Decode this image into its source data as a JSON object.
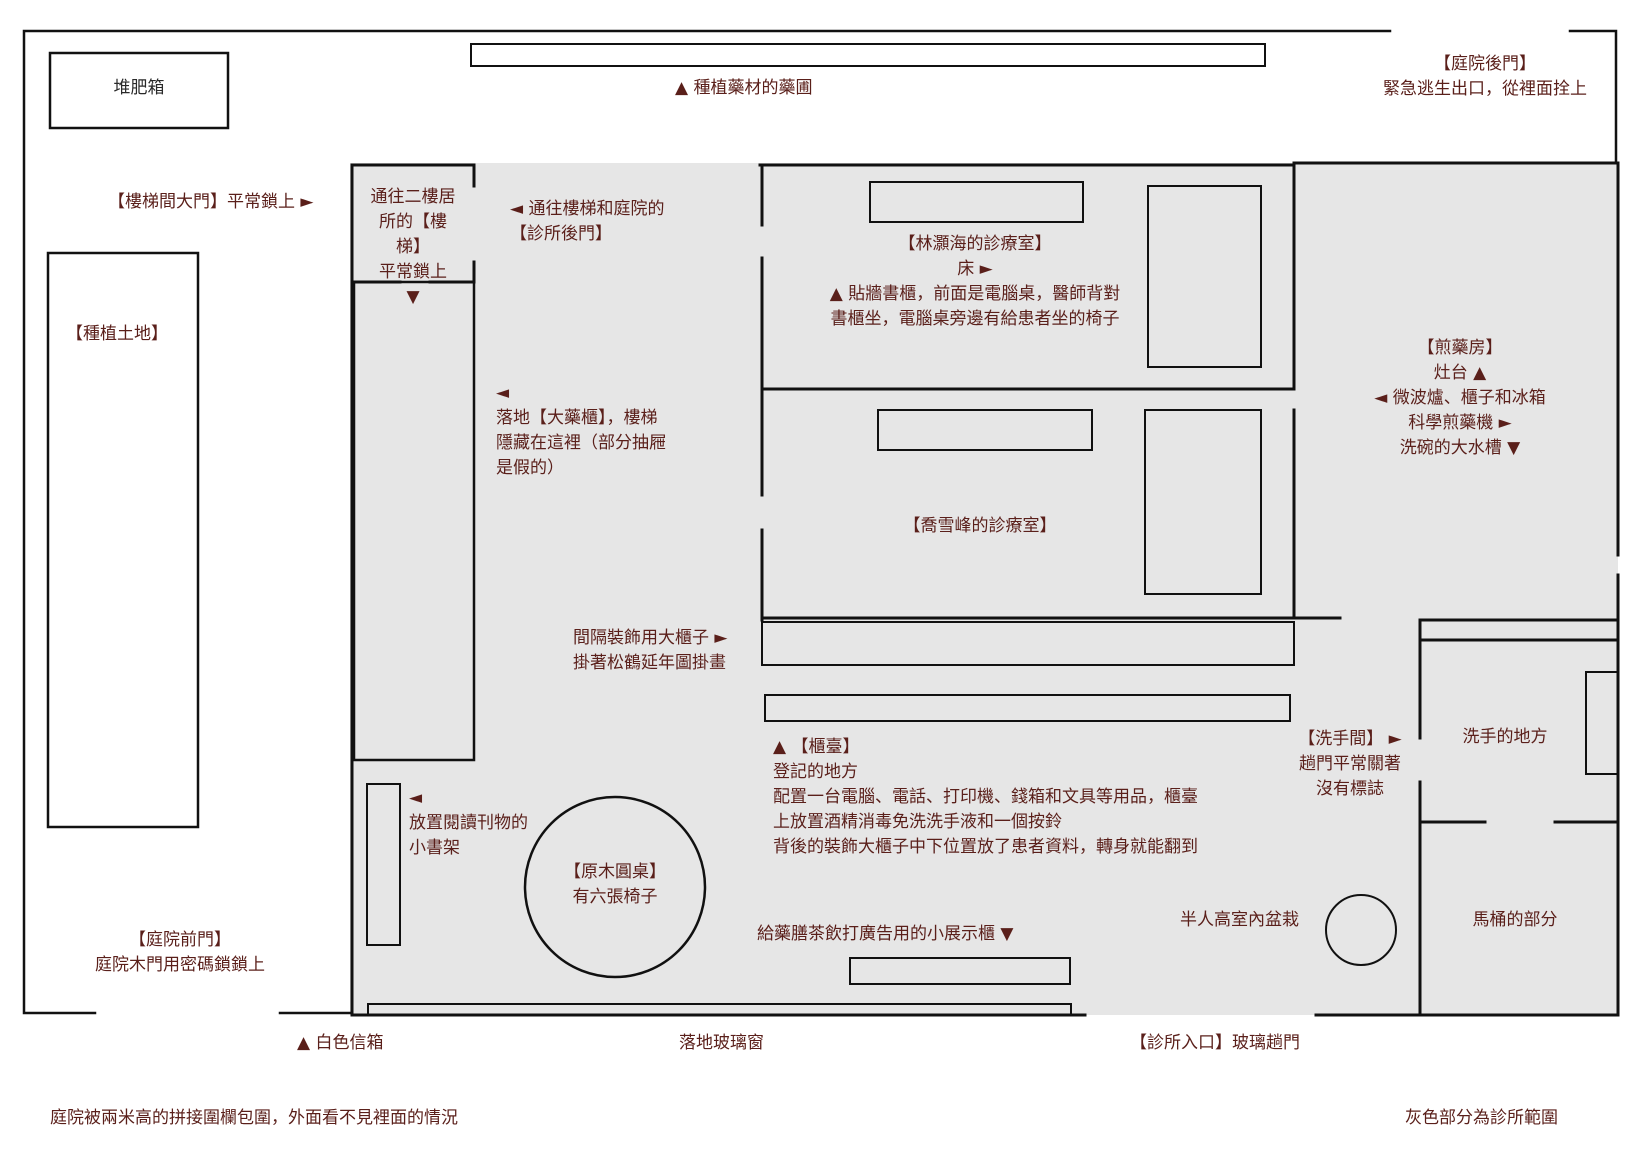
{
  "colors": {
    "text": "#5a1f1a",
    "clinic_fill": "#e6e6e6",
    "wall": "#111111"
  },
  "labels": {
    "compost": "堆肥箱",
    "herb_garden": "▲ 種植藥材的藥圃",
    "back_gate": [
      "【庭院後門】",
      "緊急逃生出口，從裡面拴上"
    ],
    "stair_door": "【樓梯間大門】平常鎖上 ►",
    "stairs": [
      "通往二樓居",
      "所的【樓",
      "梯】",
      "平常鎖上",
      "▼"
    ],
    "clinic_back_door": [
      "◄ 通往樓梯和庭院的",
      "【診所後門】"
    ],
    "planting_land": "【種植土地】",
    "lin_room": [
      "【林灝海的診療室】",
      "床 ►",
      "▲ 貼牆書櫃，前面是電腦桌，醫師背對",
      "書櫃坐，電腦桌旁邊有給患者坐的椅子"
    ],
    "big_cabinet": [
      "◄",
      "落地【大藥櫃】，樓梯",
      "隱藏在這裡（部分抽屜",
      "是假的）"
    ],
    "decoction_room": [
      "【煎藥房】",
      "灶台 ▲",
      "◄ 微波爐、櫃子和冰箱",
      "科學煎藥機 ►",
      "洗碗的大水槽 ▼"
    ],
    "qiao_room": "【喬雪峰的診療室】",
    "partition": [
      "間隔裝飾用大櫃子 ►",
      "掛著松鶴延年圖掛畫"
    ],
    "counter": [
      "▲ 【櫃臺】",
      "登記的地方",
      "配置一台電腦、電話、打印機、錢箱和文具等用品，櫃臺",
      "上放置酒精消毒免洗洗手液和一個按鈴",
      "背後的裝飾大櫃子中下位置放了患者資料，轉身就能翻到"
    ],
    "washroom": [
      "【洗手間】 ►",
      "趟門平常關著",
      "沒有標誌"
    ],
    "wash_area": "洗手的地方",
    "bookshelf": [
      "◄",
      "放置閱讀刊物的",
      "小書架"
    ],
    "round_table": [
      "【原木圓桌】",
      "有六張椅子"
    ],
    "display": "給藥膳茶飲打廣告用的小展示櫃 ▼",
    "plant": "半人高室內盆栽",
    "toilet": "馬桶的部分",
    "front_gate": [
      "【庭院前門】",
      "庭院木門用密碼鎖鎖上"
    ],
    "mailbox": "▲ 白色信箱",
    "window": "落地玻璃窗",
    "entrance": "【診所入口】玻璃趟門",
    "fence_note": "庭院被兩米高的拼接圍欄包圍，外面看不見裡面的情況",
    "legend": "灰色部分為診所範圍"
  }
}
